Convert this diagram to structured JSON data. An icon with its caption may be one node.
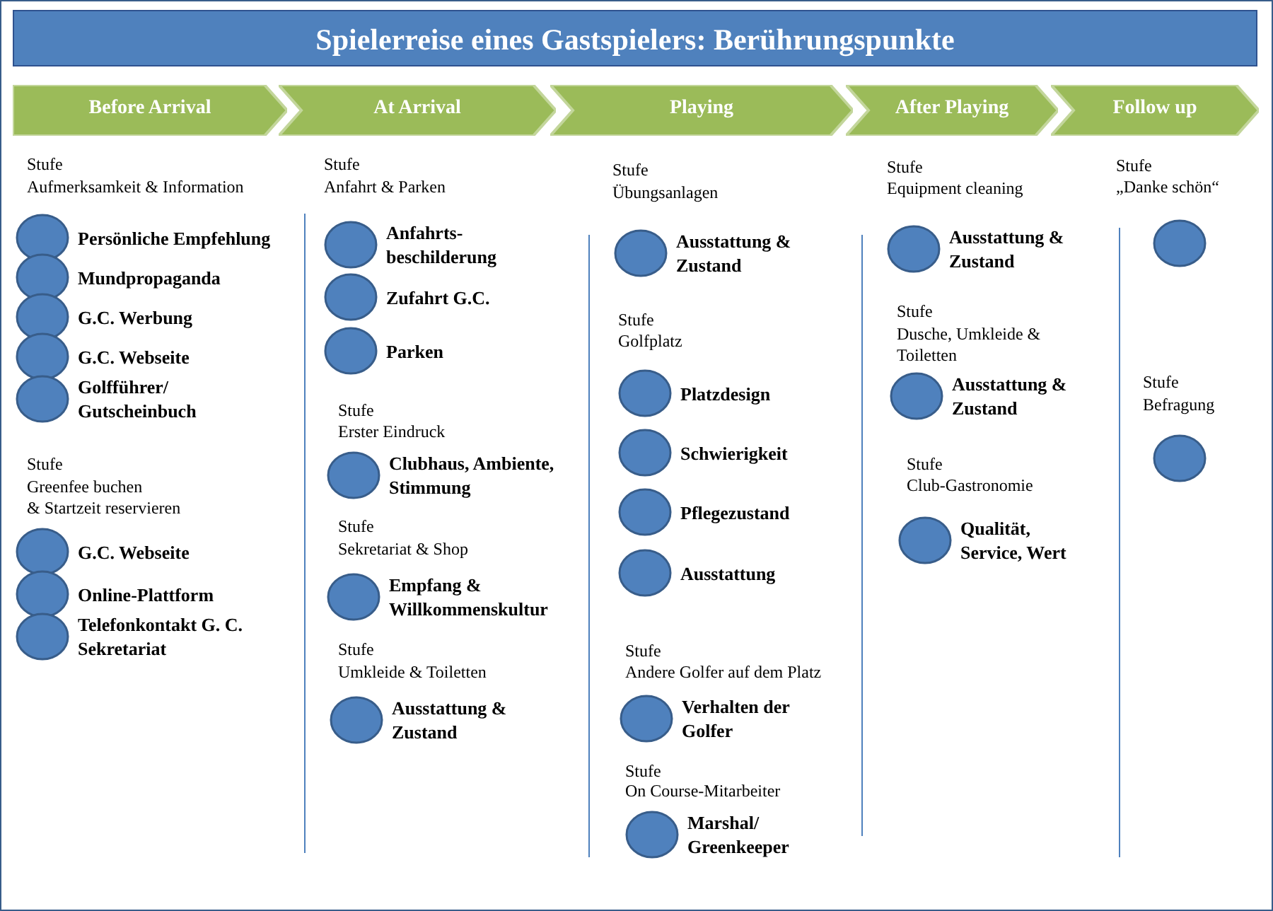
{
  "diagram": {
    "title": "Spielerreise eines Gastspielers: Berührungspunkte",
    "nodes": [
      {
        "text": [
          "Before Arrival"
        ]
      },
      {
        "text": [
          "At Arrival"
        ]
      },
      {
        "text": [
          "Playing"
        ]
      },
      {
        "text": [
          "After Playing"
        ]
      },
      {
        "text": [
          "Follow up"
        ]
      },
      {
        "text": [],
        "shape": "circle",
        "beside": [
          "Persönliche Empfehlung"
        ]
      },
      {
        "text": [],
        "shape": "circle",
        "beside": [
          "Mundpropaganda"
        ]
      },
      {
        "text": [],
        "shape": "circle",
        "beside": [
          "G.C. Werbung"
        ]
      },
      {
        "text": [],
        "shape": "circle",
        "beside": [
          "G.C. Webseite"
        ]
      },
      {
        "text": [],
        "shape": "circle",
        "beside": [
          "Golfführer/ Gutscheinbuch"
        ]
      },
      {
        "text": [],
        "shape": "circle",
        "beside": [
          "G.C. Webseite"
        ]
      },
      {
        "text": [],
        "shape": "circle",
        "beside": [
          "Online-Plattform"
        ]
      },
      {
        "text": [],
        "shape": "circle",
        "beside": [
          "Telefonkontakt G. C. Sekretariat"
        ]
      },
      {
        "text": [],
        "shape": "circle",
        "beside": [
          "Anfahrts- beschilderung"
        ]
      },
      {
        "text": [],
        "shape": "circle",
        "beside": [
          "Zufahrt G.C."
        ]
      },
      {
        "text": [],
        "shape": "circle",
        "beside": [
          "Parken"
        ]
      },
      {
        "text": [],
        "shape": "circle",
        "beside": [
          "Clubhaus, Ambiente, Stimmung"
        ]
      },
      {
        "text": [],
        "shape": "circle",
        "beside": [
          "Empfang & Willkommenskultur"
        ]
      },
      {
        "text": [],
        "shape": "circle",
        "beside": [
          "Ausstattung & Zustand"
        ]
      },
      {
        "text": [],
        "shape": "circle",
        "beside": [
          "Ausstattung & Zustand"
        ]
      },
      {
        "text": [],
        "shape": "circle",
        "beside": [
          "Platzdesign"
        ]
      },
      {
        "text": [],
        "shape": "circle",
        "beside": [
          "Schwierigkeit"
        ]
      },
      {
        "text": [],
        "shape": "circle",
        "beside": [
          "Pflegezustand"
        ]
      },
      {
        "text": [],
        "shape": "circle",
        "beside": [
          "Ausstattung"
        ]
      },
      {
        "text": [],
        "shape": "circle",
        "beside": [
          "Verhalten der Golfer"
        ]
      },
      {
        "text": [],
        "shape": "circle",
        "beside": [
          "Marshal/ Greenkeeper"
        ]
      },
      {
        "text": [],
        "shape": "circle",
        "beside": [
          "Ausstattung & Zustand"
        ]
      },
      {
        "text": [],
        "shape": "circle",
        "beside": [
          "Ausstattung & Zustand"
        ]
      },
      {
        "text": [],
        "shape": "circle",
        "beside": [
          "Qualität, Service, Wert"
        ]
      },
      {
        "text": [],
        "shape": "circle"
      },
      {
        "text": [],
        "shape": "circle"
      }
    ],
    "edges": [],
    "labels": [
      "Stufe",
      "Aufmerksamkeit & Information",
      "Stufe",
      "Greenfee buchen",
      "& Startzeit reservieren",
      "Stufe",
      "Anfahrt & Parken",
      "Stufe",
      "Erster Eindruck",
      "Stufe",
      "Sekretariat & Shop",
      "Stufe",
      "Umkleide & Toiletten",
      "Stufe",
      "Übungsanlagen",
      "Stufe",
      "Golfplatz",
      "Stufe",
      "Andere Golfer auf dem Platz",
      "Stufe",
      "On Course-Mitarbeiter",
      "Stufe",
      "Equipment cleaning",
      "Stufe",
      "Dusche, Umkleide &",
      "Toiletten",
      "Stufe",
      "Club-Gastronomie",
      "Stufe",
      "„Danke schön“",
      "Stufe",
      "Befragung"
    ]
  }
}
